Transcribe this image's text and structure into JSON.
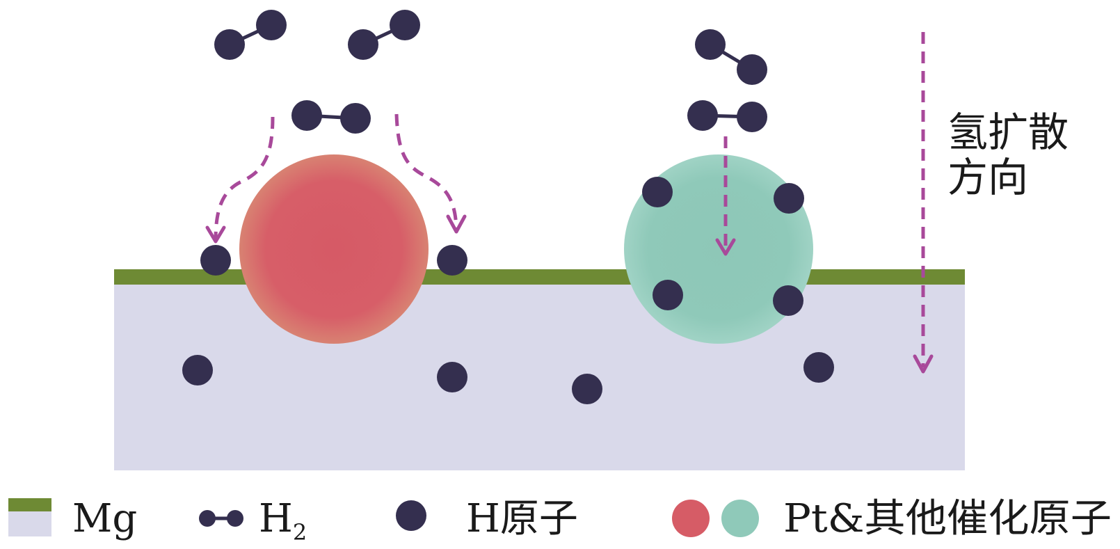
{
  "diagram": {
    "direction_label_line1": "氢扩散",
    "direction_label_line2": "方向",
    "legend": {
      "mg_label": "Mg",
      "h2_label_main": "H",
      "h2_label_sub": "2",
      "h_atom_label": "H原子",
      "catalyst_label": "Pt&其他催化原子"
    }
  },
  "colors": {
    "mg_surface": "#6e8a34",
    "mg_bulk": "#d9d9ea",
    "h_atom": "#342f4f",
    "pt_catalyst": "#d65c66",
    "other_catalyst": "#8fc9b9",
    "diffusion_arrow": "#a8499a"
  }
}
